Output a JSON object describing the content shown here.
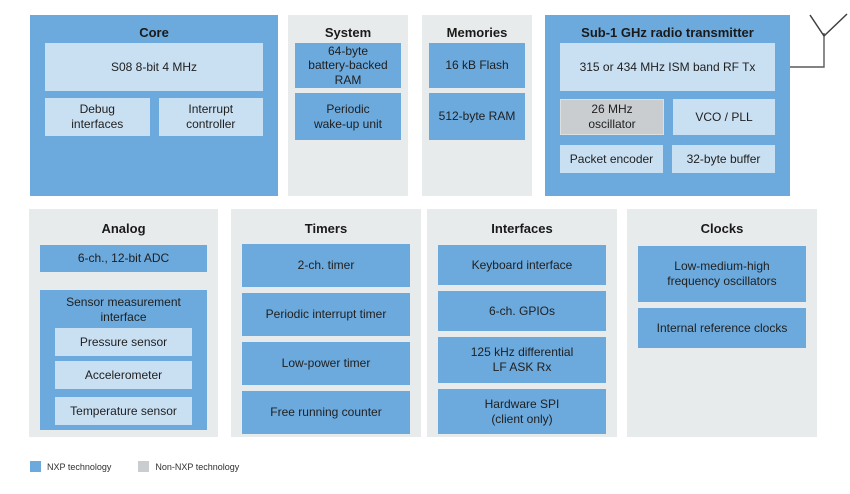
{
  "colors": {
    "nxp_blue": "#6CA9DC",
    "inner_light_blue": "#C9DFF2",
    "panel_gray": "#E8EBEC",
    "non_nxp_gray": "#C9CDD0",
    "text": "#1f1f1f",
    "antenna_line": "#555555"
  },
  "panels": {
    "core": {
      "title": "Core",
      "cpu": "S08 8-bit 4 MHz",
      "debug": "Debug\ninterfaces",
      "interrupt": "Interrupt\ncontroller"
    },
    "system": {
      "title": "System",
      "items": [
        "64-byte\nbattery-backed\nRAM",
        "Periodic\nwake-up unit"
      ]
    },
    "memories": {
      "title": "Memories",
      "items": [
        "16 kB Flash",
        "512-byte RAM"
      ]
    },
    "radio": {
      "title": "Sub-1 GHz radio transmitter",
      "rf_tx": "315 or 434 MHz ISM band RF Tx",
      "oscillator": "26 MHz\noscillator",
      "vco": "VCO / PLL",
      "packet_encoder": "Packet encoder",
      "buffer": "32-byte buffer"
    },
    "analog": {
      "title": "Analog",
      "adc": "6-ch., 12-bit ADC",
      "sensor_interface": "Sensor measurement\ninterface",
      "sensors": [
        "Pressure sensor",
        "Accelerometer",
        "Temperature sensor"
      ]
    },
    "timers": {
      "title": "Timers",
      "items": [
        "2-ch. timer",
        "Periodic interrupt timer",
        "Low-power timer",
        "Free running counter"
      ]
    },
    "interfaces": {
      "title": "Interfaces",
      "items": [
        "Keyboard interface",
        "6-ch. GPIOs",
        "125 kHz differential\nLF ASK Rx",
        "Hardware SPI\n(client only)"
      ]
    },
    "clocks": {
      "title": "Clocks",
      "items": [
        "Low-medium-high\nfrequency oscillators",
        "Internal reference clocks"
      ]
    }
  },
  "icons": {
    "antenna": "antenna-icon"
  },
  "legend": {
    "items": [
      {
        "label": "NXP technology",
        "color": "#6CA9DC"
      },
      {
        "label": "Non-NXP technology",
        "color": "#C9CDD0"
      }
    ]
  }
}
